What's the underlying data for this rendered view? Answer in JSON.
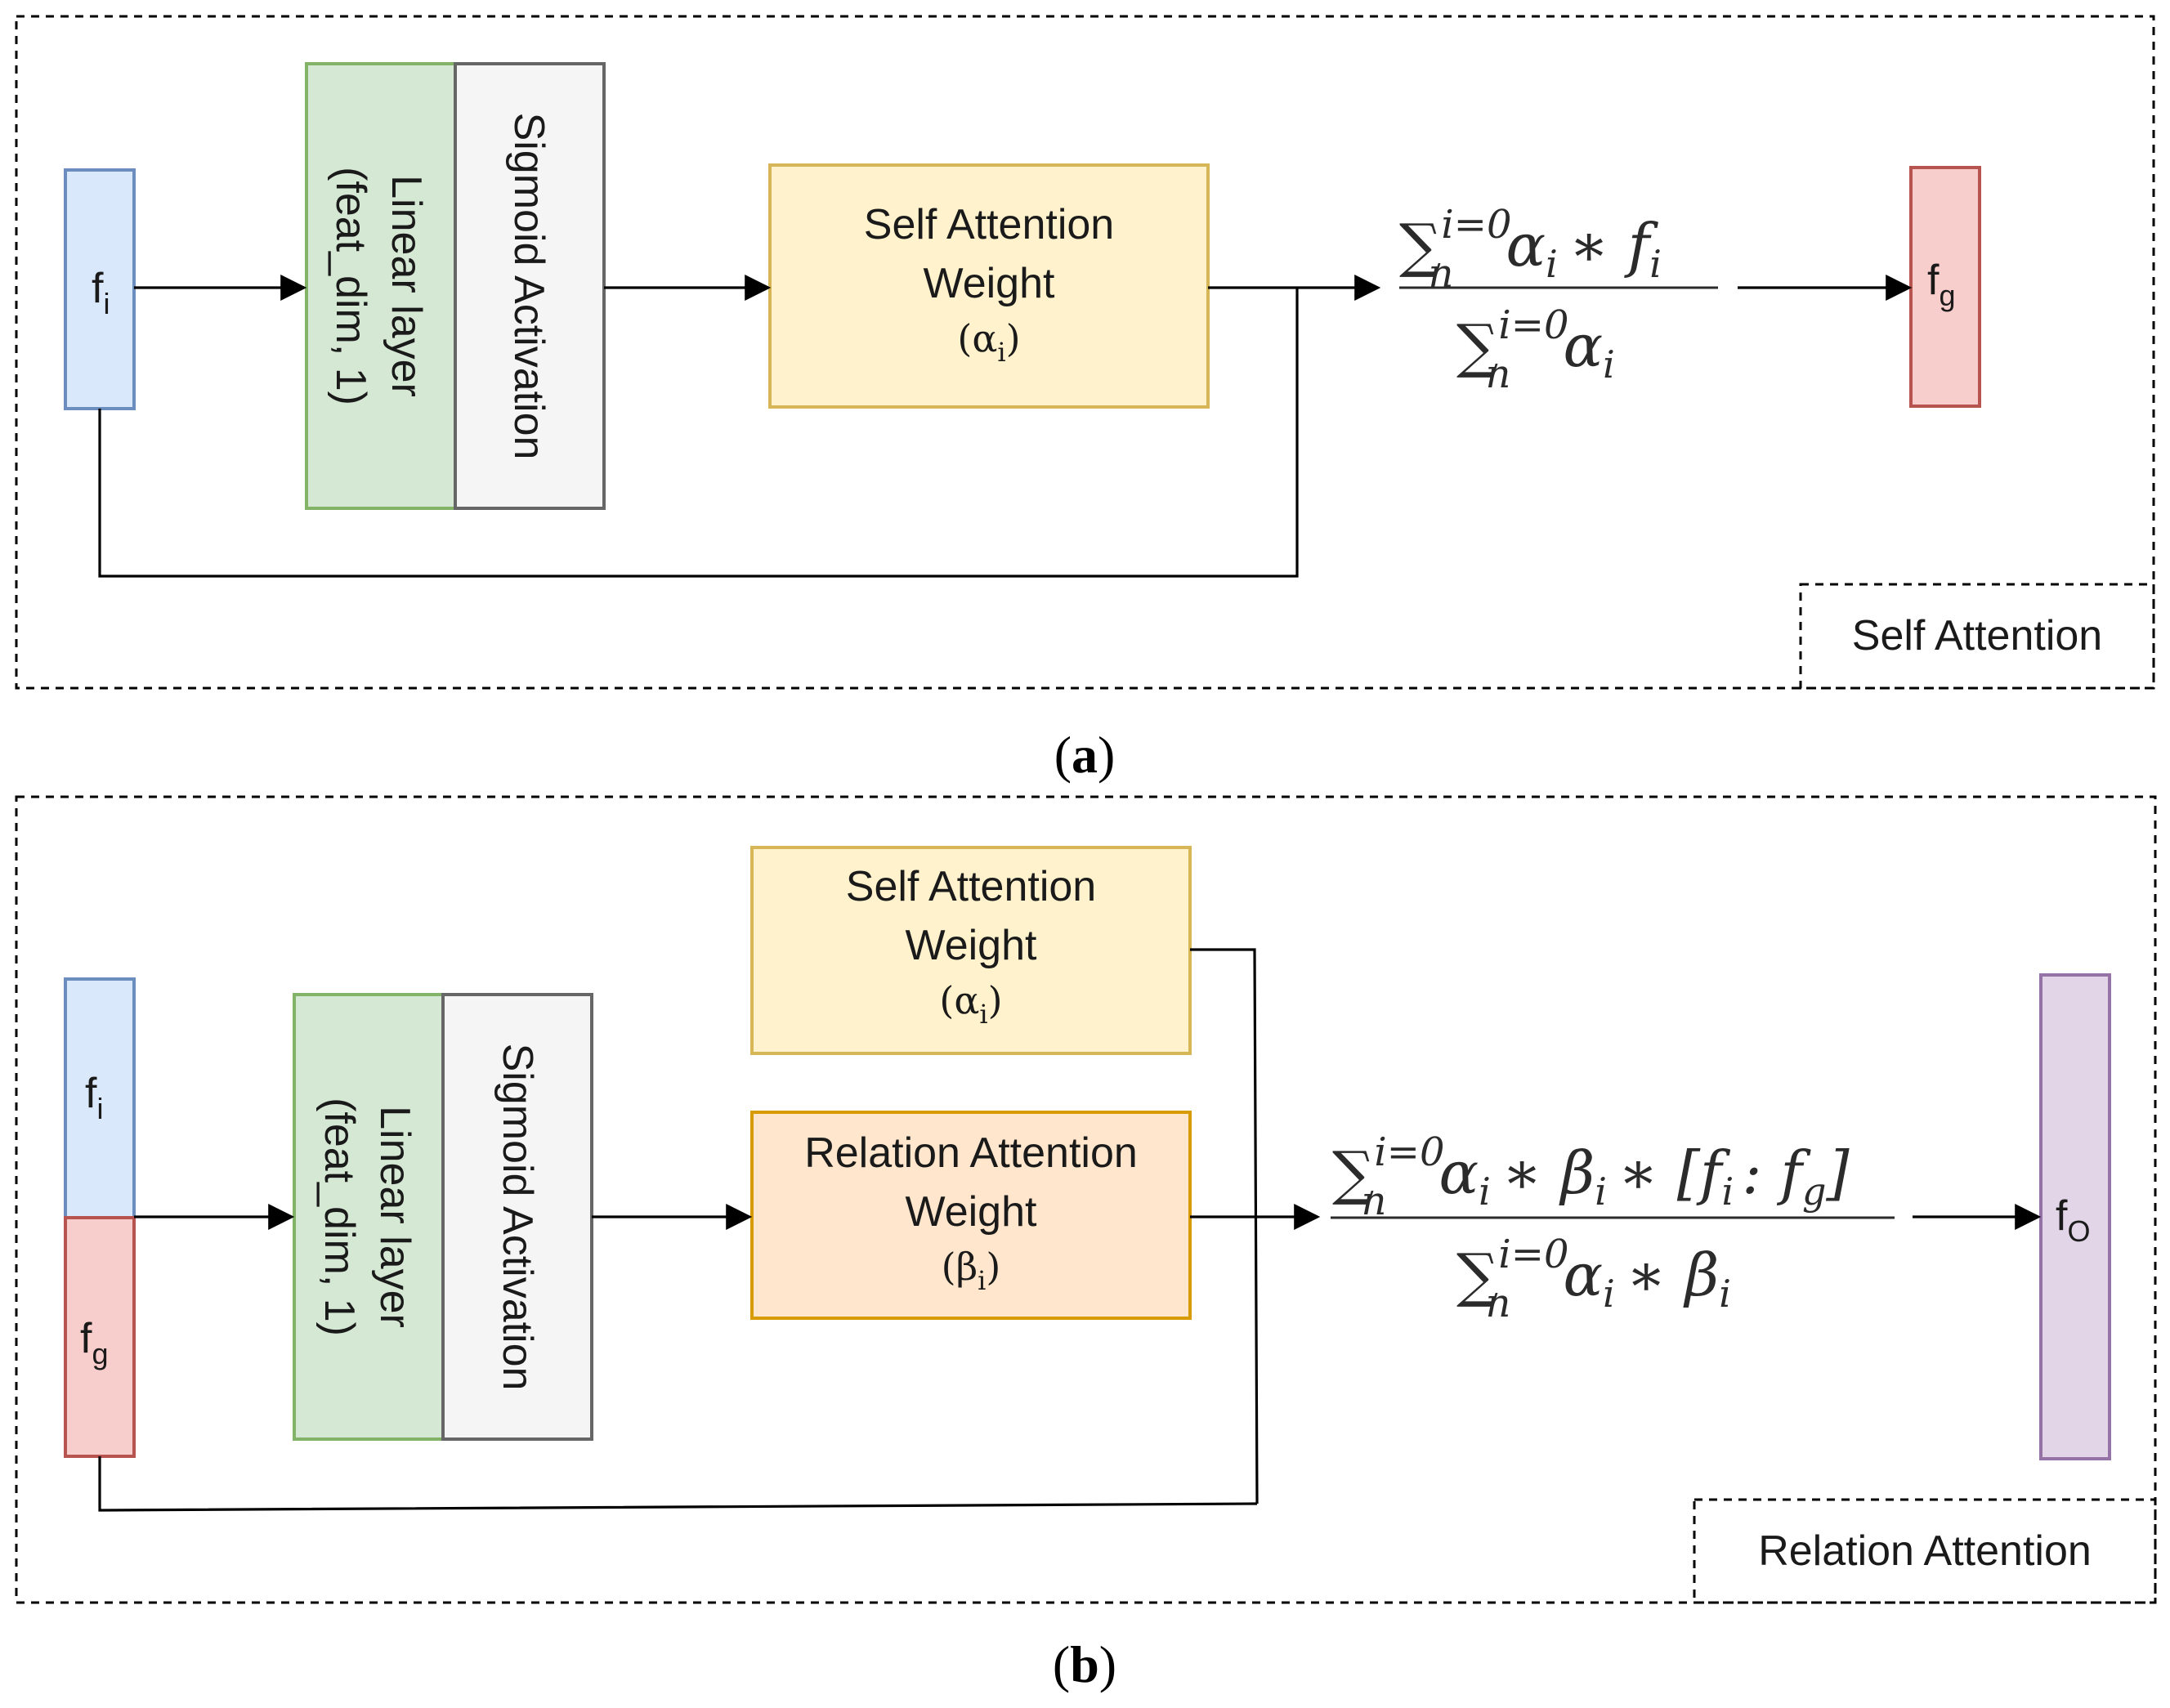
{
  "panel_a": {
    "caption_open": "(",
    "caption_letter": "a",
    "caption_close": ")",
    "legend": "Self Attention",
    "input_fi": "f",
    "input_fi_sub": "i",
    "linear_layer": "Linear layer",
    "linear_args": "(feat_dim, 1)",
    "sigmoid": "Sigmoid Activation",
    "weight_line1": "Self Attention",
    "weight_line2": "Weight",
    "weight_symbol": "(α",
    "weight_symbol_sub": "i",
    "weight_symbol_close": ")",
    "formula_numerator": {
      "sum": "∑",
      "sup": "i=0",
      "sub": "n",
      "body": "α",
      "body_sub": "i",
      "op": "∗ f",
      "op_sub": "i"
    },
    "formula_denominator": {
      "sum": "∑",
      "sup": "i=0",
      "sub": "n",
      "body": "α",
      "body_sub": "i"
    },
    "output_fg": "f",
    "output_fg_sub": "g"
  },
  "panel_b": {
    "caption_open": "(",
    "caption_letter": "b",
    "caption_close": ")",
    "legend": "Relation Attention",
    "input_fi": "f",
    "input_fi_sub": "i",
    "input_fg": "f",
    "input_fg_sub": "g",
    "linear_layer": "Linear layer",
    "linear_args": "(feat_dim, 1)",
    "sigmoid": "Sigmoid Activation",
    "self_weight_line1": "Self Attention",
    "self_weight_line2": "Weight",
    "self_weight_symbol": "(α",
    "self_weight_symbol_sub": "i",
    "self_weight_symbol_close": ")",
    "rel_weight_line1": "Relation Attention",
    "rel_weight_line2": "Weight",
    "rel_weight_symbol": "(β",
    "rel_weight_symbol_sub": "i",
    "rel_weight_symbol_close": ")",
    "formula_numerator": {
      "sum": "∑",
      "sup": "i=0",
      "sub": "n",
      "body": "α",
      "body_sub": "i",
      "op1": "∗ β",
      "op1_sub": "i",
      "op2": "∗ [f",
      "op2_sub": "i",
      "colon": ": f",
      "fg_sub": "g",
      "close": "]"
    },
    "formula_denominator": {
      "sum": "∑",
      "sup": "i=0",
      "sub": "n",
      "body": "α",
      "body_sub": "i",
      "op": "∗ β",
      "op_sub": "i"
    },
    "output_fo": "f",
    "output_fo_sub": "O"
  },
  "colors": {
    "blue_fill": "#dae8fc",
    "blue_stroke": "#6c8ebf",
    "red_fill": "#f8cecc",
    "red_stroke": "#b85450",
    "green_fill": "#d5e8d4",
    "green_stroke": "#82b366",
    "gray_fill": "#f5f5f5",
    "gray_stroke": "#666666",
    "yellow_fill": "#fff2cc",
    "yellow_stroke": "#d6b656",
    "orange_fill": "#ffe6cc",
    "orange_stroke": "#d79b00",
    "purple_fill": "#e1d5e7",
    "purple_stroke": "#9673a6"
  }
}
